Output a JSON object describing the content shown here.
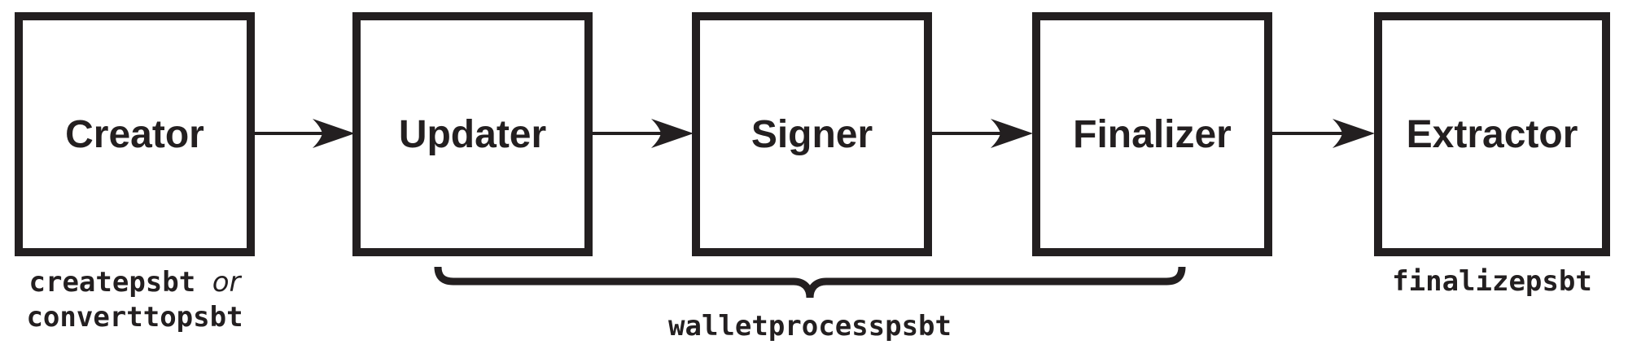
{
  "diagram": {
    "colors": {
      "ink": "#231f20",
      "background": "#ffffff"
    },
    "roles": [
      {
        "label": "Creator"
      },
      {
        "label": "Updater"
      },
      {
        "label": "Signer"
      },
      {
        "label": "Finalizer"
      },
      {
        "label": "Extractor"
      }
    ],
    "connections": [
      {
        "from": "Creator",
        "to": "Updater"
      },
      {
        "from": "Updater",
        "to": "Signer"
      },
      {
        "from": "Signer",
        "to": "Finalizer"
      },
      {
        "from": "Finalizer",
        "to": "Extractor"
      }
    ],
    "brace_span": {
      "from": "Updater",
      "to": "Finalizer"
    },
    "captions": {
      "creator": {
        "code_a": "createpsbt",
        "conjunction": "or",
        "code_b": "converttopsbt"
      },
      "brace": "walletprocesspsbt",
      "extractor": "finalizepsbt"
    }
  }
}
